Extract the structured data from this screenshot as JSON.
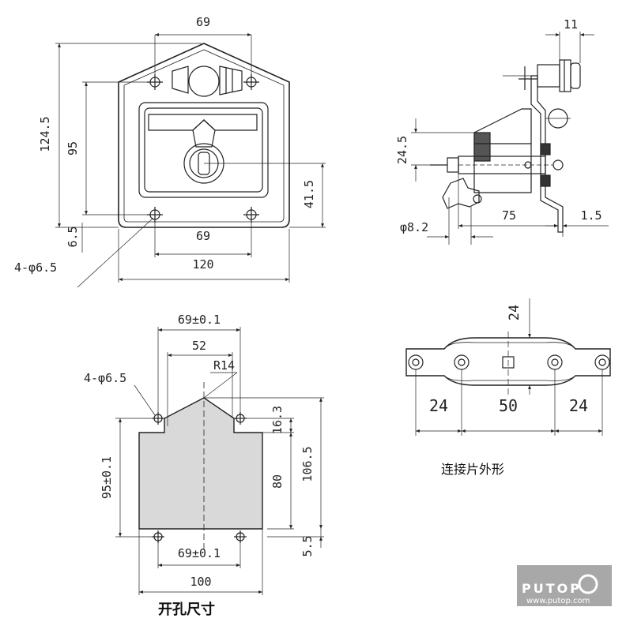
{
  "front_view": {
    "dim_top_69": "69",
    "dim_height_124_5": "124.5",
    "dim_height_95": "95",
    "dim_41_5": "41.5",
    "dim_bottom_69": "69",
    "dim_6_5": "6.5",
    "dim_120": "120",
    "hole_callout": "4-φ6.5"
  },
  "side_view": {
    "dim_11": "11",
    "dim_24_5": "24.5",
    "dim_phi_8_2": "φ8.2",
    "dim_75": "75",
    "dim_1_5": "1.5"
  },
  "cutout": {
    "dim_69_tol_top": "69±0.1",
    "dim_52": "52",
    "radius_r14": "R14",
    "hole_callout": "4-φ6.5",
    "dim_16_3": "16.3",
    "dim_95_tol": "95±0.1",
    "dim_80": "80",
    "dim_106_5": "106.5",
    "dim_69_tol_bottom": "69±0.1",
    "dim_5_5": "5.5",
    "dim_100": "100",
    "caption": "开孔尺寸",
    "fill_color": "#d9d9d9"
  },
  "link_plate": {
    "dim_24_vertical": "24",
    "dim_24_left": "24",
    "dim_50": "50",
    "dim_24_right": "24",
    "caption": "连接片外形"
  },
  "logo": {
    "brand": "PUTOP",
    "url": "www.putop.com",
    "color": "#a8a8a8"
  }
}
